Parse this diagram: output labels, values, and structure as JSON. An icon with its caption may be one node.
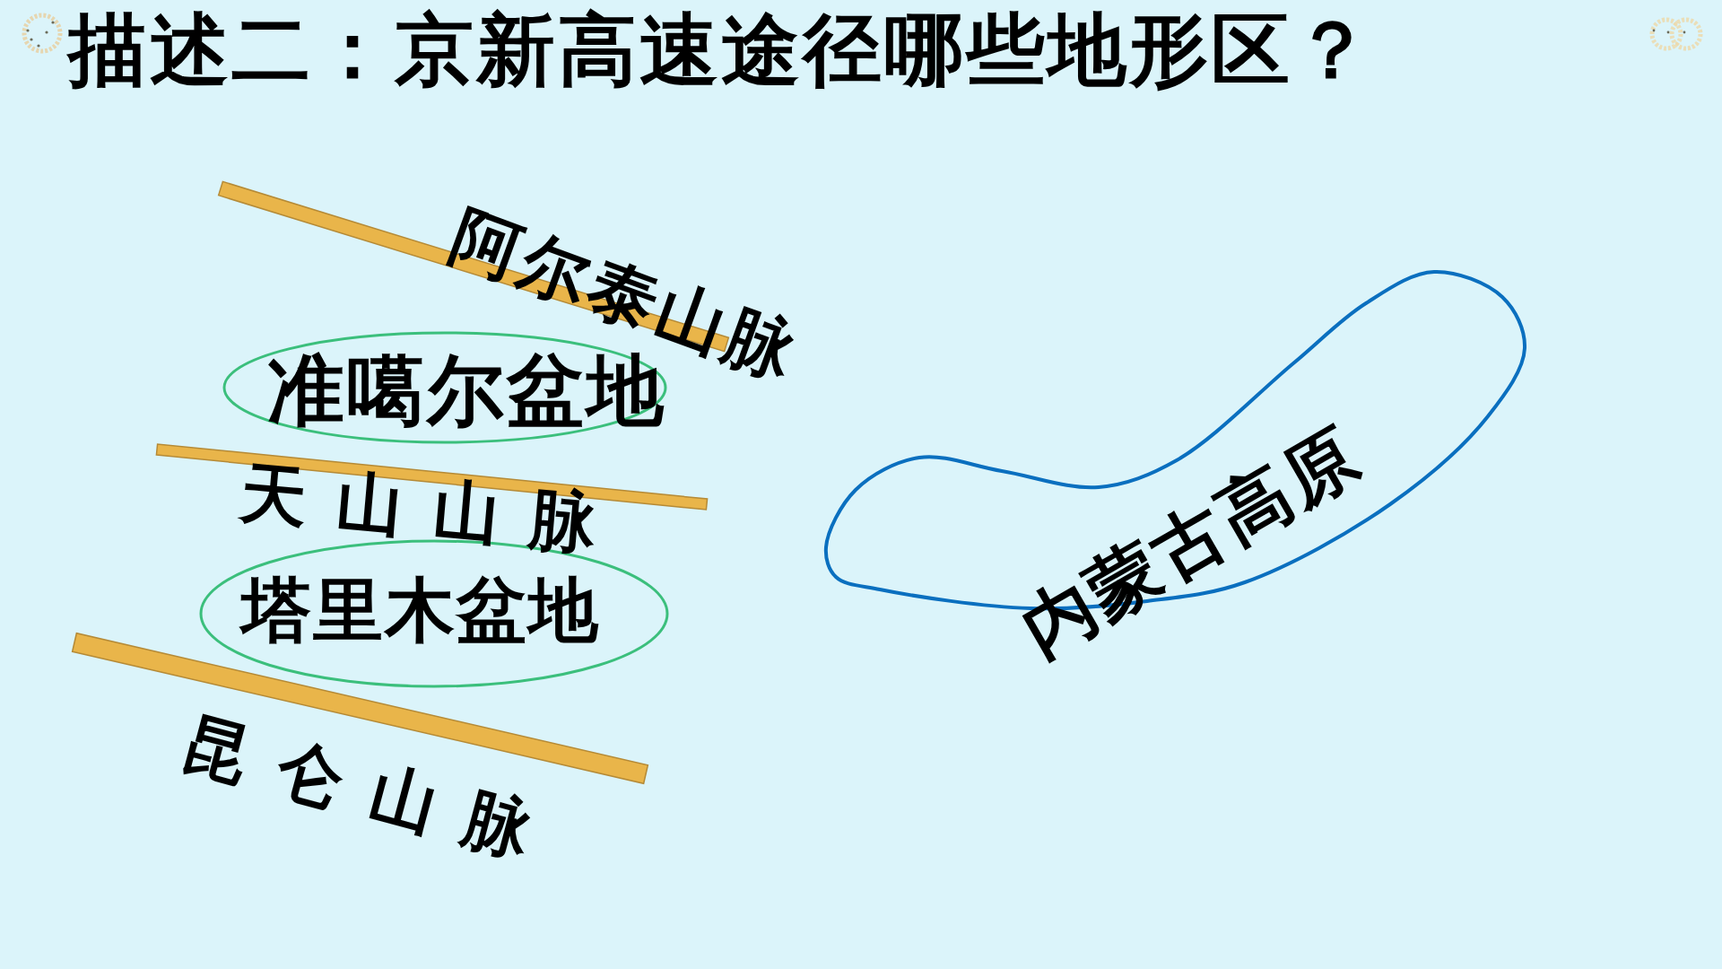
{
  "diagram": {
    "title": "描述二：京新高速途径哪些地形区？",
    "nodes": [
      {
        "text": [],
        "shape": "bar",
        "beside": [
          "阿尔泰山脉"
        ]
      },
      {
        "text": [
          "准噶尔盆地"
        ]
      },
      {
        "text": [],
        "shape": "bar",
        "beside": [
          "天 山 山 脉"
        ]
      },
      {
        "text": [
          "塔里木盆地"
        ]
      },
      {
        "text": [],
        "shape": "bar",
        "beside": [
          "昆 仑 山 脉"
        ]
      },
      {
        "text": [
          "内蒙古高原"
        ]
      }
    ]
  }
}
